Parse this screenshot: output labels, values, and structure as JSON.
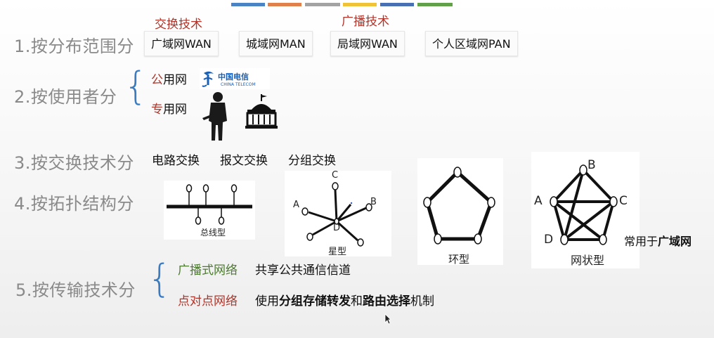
{
  "colors": [
    "#4a84c4",
    "#e0804a",
    "#a3a3a3",
    "#f0c237",
    "#4a70b4",
    "#62a04a"
  ],
  "row1": {
    "heading": "1.按分布范围分",
    "label_switching": "交换技术",
    "label_broadcast": "广播技术",
    "tags": [
      "广域网WAN",
      "城域网MAN",
      "局域网WAN",
      "个人区域网PAN"
    ]
  },
  "row2": {
    "heading": "2.按使用者分",
    "public_prefix": "公",
    "public_rest": "用网",
    "private_prefix": "专",
    "private_rest": "用网",
    "logo_cn": "中国电信",
    "logo_en": "CHINA TELECOM"
  },
  "row3": {
    "heading": "3.按交换技术分",
    "items": [
      "电路交换",
      "报文交换",
      "分组交换"
    ]
  },
  "row4": {
    "heading": "4.按拓扑结构分",
    "bus_caption": "总线型",
    "star_caption": "星型",
    "star_labels": [
      "C",
      "A",
      "B",
      "D"
    ],
    "ring_caption": "环型",
    "mesh_caption": "网状型",
    "mesh_labels": [
      "B",
      "A",
      "C",
      "D"
    ],
    "mesh_note_prefix": "常用于",
    "mesh_note_bold": "广域网"
  },
  "row5": {
    "heading": "5.按传输技术分",
    "broadcast_label": "广播式网络",
    "broadcast_desc": "共享公共通信信道",
    "p2p_label": "点对点网络",
    "p2p_desc_1": "使用",
    "p2p_desc_2": "分组存储转发",
    "p2p_desc_3": "和",
    "p2p_desc_4": "路由选择",
    "p2p_desc_5": "机制"
  }
}
